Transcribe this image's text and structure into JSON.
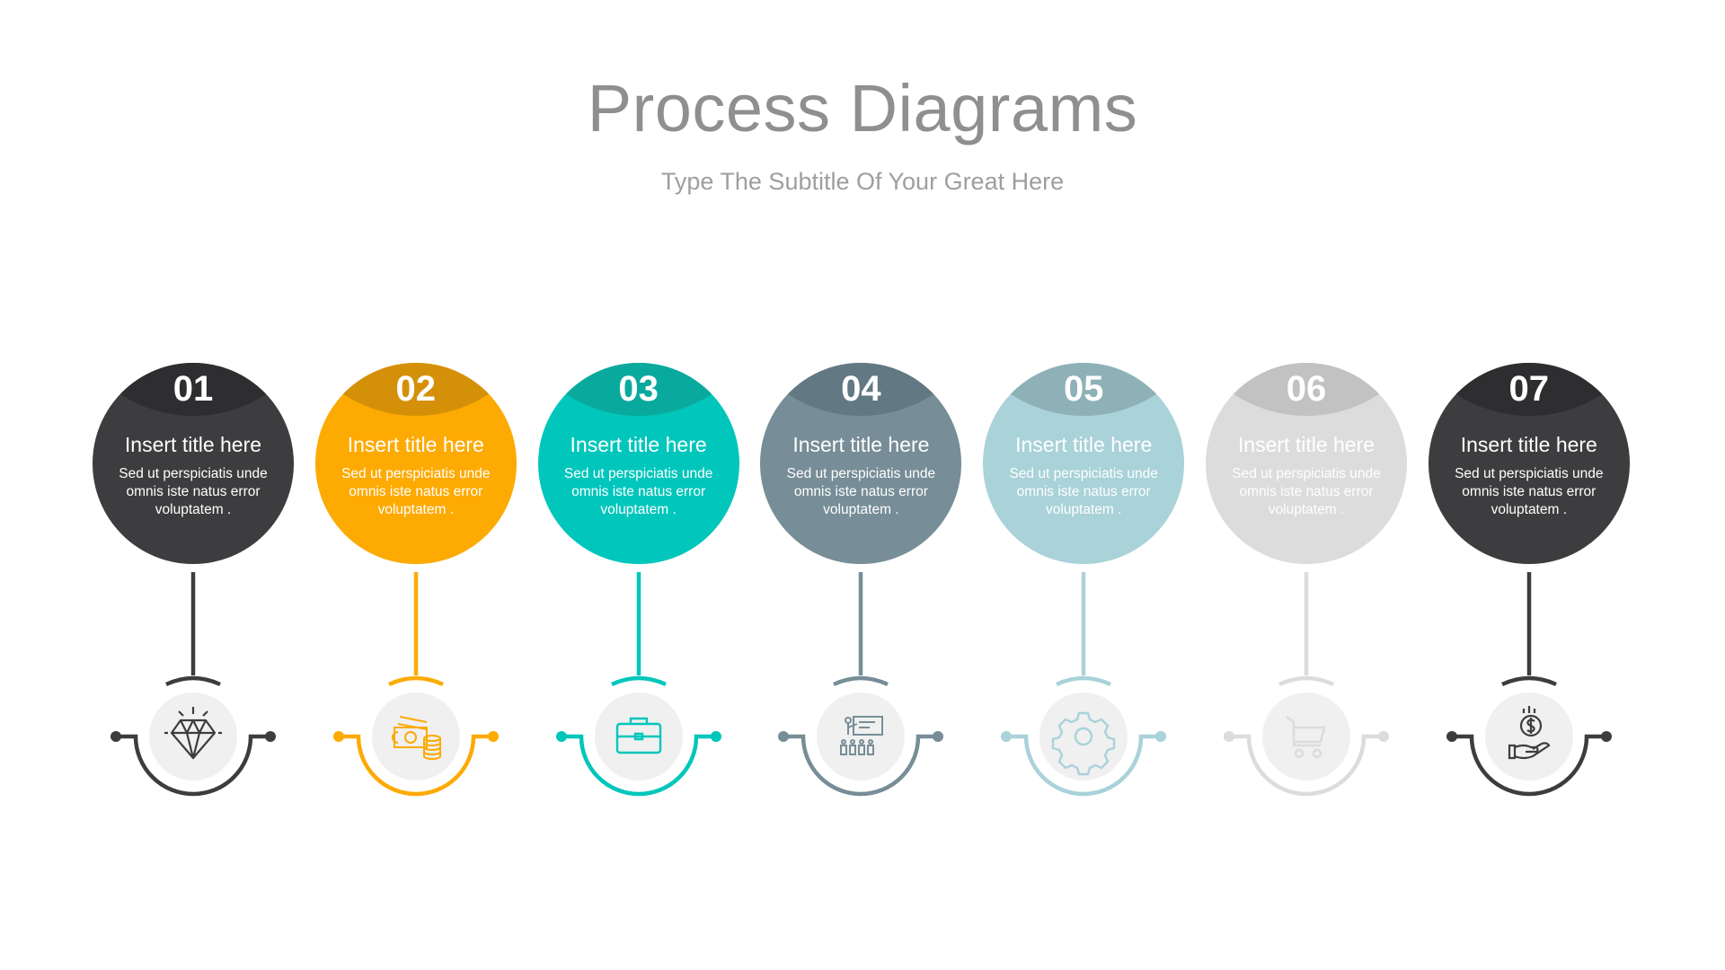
{
  "header": {
    "title": "Process Diagrams",
    "subtitle": "Type The Subtitle Of Your Great Here"
  },
  "steps": [
    {
      "number": "01",
      "title": "Insert title here",
      "body": "Sed ut perspiciatis unde omnis iste natus error voluptatem .",
      "color": "#3d3d3f",
      "cap": "#2e2e30",
      "icon": "diamond-icon"
    },
    {
      "number": "02",
      "title": "Insert title here",
      "body": "Sed ut perspiciatis unde omnis iste natus error voluptatem .",
      "color": "#fdaa03",
      "cap": "#d59009",
      "icon": "money-coins-icon"
    },
    {
      "number": "03",
      "title": "Insert title here",
      "body": "Sed ut perspiciatis unde omnis iste natus error voluptatem .",
      "color": "#00c6bb",
      "cap": "#0aa99e",
      "icon": "briefcase-icon"
    },
    {
      "number": "04",
      "title": "Insert title here",
      "body": "Sed ut perspiciatis unde omnis iste natus error voluptatem .",
      "color": "#778d97",
      "cap": "#627882",
      "icon": "presentation-icon"
    },
    {
      "number": "05",
      "title": "Insert title here",
      "body": "Sed ut perspiciatis unde omnis iste natus error voluptatem .",
      "color": "#a9d2d9",
      "cap": "#8eb1b7",
      "icon": "gear-icon"
    },
    {
      "number": "06",
      "title": "Insert title here",
      "body": "Sed ut perspiciatis unde omnis iste natus error voluptatem .",
      "color": "#dcdcdc",
      "cap": "#c2c2c2",
      "icon": "shopping-cart-icon"
    },
    {
      "number": "07",
      "title": "Insert title here",
      "body": "Sed ut perspiciatis unde omnis iste natus error voluptatem .",
      "color": "#3d3d3f",
      "cap": "#2e2e30",
      "icon": "hand-coin-icon"
    }
  ]
}
